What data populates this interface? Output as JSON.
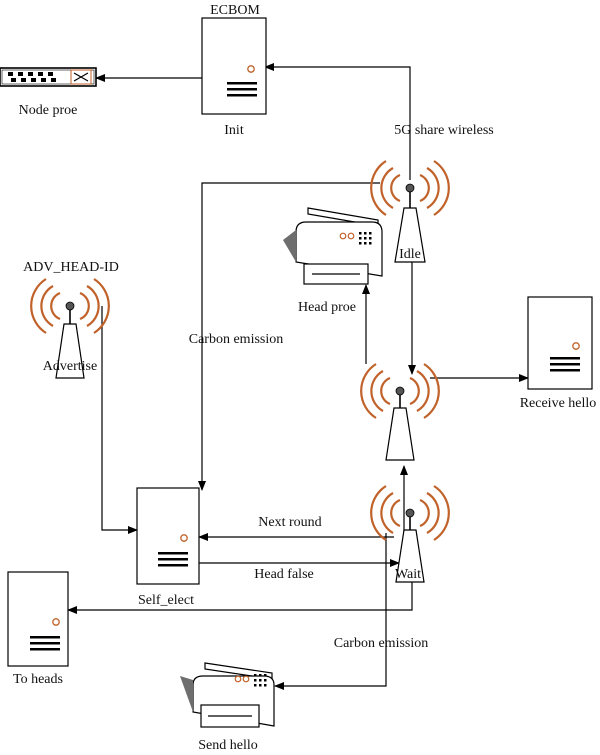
{
  "labels": {
    "ecbom": "ECBOM",
    "init": "Init",
    "node_proe": "Node proe",
    "share_wireless": "5G share wireless",
    "idle": "Idle",
    "head_proe": "Head proe",
    "adv_head_id": "ADV_HEAD-ID",
    "advertise": "Advertise",
    "carbon_emission_left": "Carbon emission",
    "receive_hello": "Receive hello",
    "next_round": "Next round",
    "head_false": "Head false",
    "self_elect": "Self_elect",
    "wait": "Wait",
    "to_heads": "To heads",
    "carbon_emission_bottom": "Carbon emission",
    "send_hello": "Send hello"
  },
  "colors": {
    "accent": "#c0622a",
    "line": "#000000",
    "printer_shade": "#6e6e6e"
  },
  "icons": {
    "server": "server-icon",
    "antenna": "antenna-icon",
    "printer": "printer-icon",
    "switch": "network-switch-icon"
  }
}
